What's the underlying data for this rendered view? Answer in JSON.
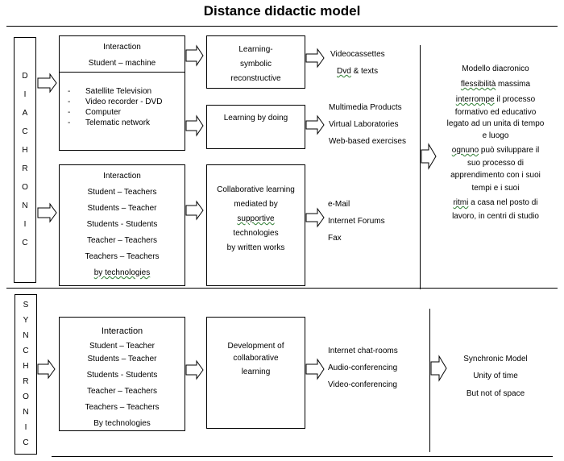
{
  "title": "Distance didactic model",
  "diachronic_label": [
    "D",
    "I",
    "A",
    "C",
    "H",
    "R",
    "O",
    "N",
    "I",
    "C"
  ],
  "synchronic_label": [
    "S",
    "Y",
    "N",
    "C",
    "H",
    "R",
    "O",
    "N",
    "I",
    "C"
  ],
  "diachronic": {
    "interaction_machine": [
      "Interaction",
      "Student – machine"
    ],
    "media": [
      "Satellite Television",
      "Video recorder - DVD",
      "Computer",
      "Telematic network"
    ],
    "interaction_teachers": [
      "Interaction",
      "Student – Teachers",
      "Students – Teacher",
      "Students - Students",
      "Teacher – Teachers",
      "Teachers – Teachers",
      "by technologies"
    ],
    "learning_symbolic": [
      "Learning-",
      "symbolic",
      "reconstructive"
    ],
    "learning_by_doing": "Learning by doing",
    "collaborative": [
      "Collaborative learning",
      "mediated by",
      "supportive",
      "technologies",
      "by written works"
    ],
    "outputs_symbolic": [
      "Videocassettes",
      "Dvd & texts"
    ],
    "outputs_doing": [
      "Multimedia Products",
      "Virtual Laboratories",
      "Web-based exercises"
    ],
    "outputs_collab": [
      "e-Mail",
      "Internet Forums",
      "Fax"
    ],
    "model": [
      "Modello diacronico",
      "flessibilità massima",
      "interrompe il processo",
      "formativo ed educativo",
      "legato ad un unita di tempo",
      "e luogo",
      "ognuno può sviluppare il",
      "suo processo di",
      "apprendimento con i suoi",
      "tempi e i suoi",
      "ritmi a casa nel posto di",
      "lavoro, in centri di studio"
    ]
  },
  "synchronic": {
    "interaction": [
      "Interaction",
      "Student – Teacher",
      "Students – Teacher",
      "Students - Students",
      "Teacher – Teachers",
      "Teachers – Teachers",
      "By technologies"
    ],
    "development": [
      "Development of",
      "collaborative",
      "learning"
    ],
    "outputs": [
      "Internet chat-rooms",
      "Audio-conferencing",
      "Video-conferencing"
    ],
    "model": [
      "Synchronic Model",
      "Unity of time",
      "But not of space"
    ]
  }
}
